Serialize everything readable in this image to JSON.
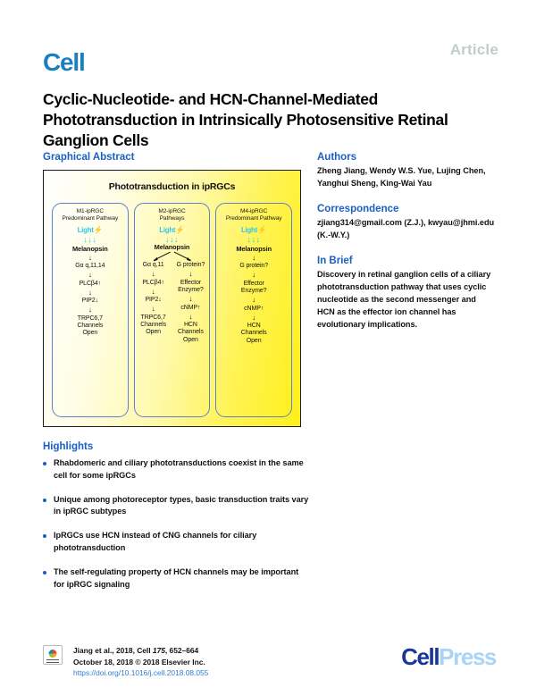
{
  "header": {
    "article_tag": "Article",
    "journal_logo": "Cell",
    "title": "Cyclic-Nucleotide- and HCN-Channel-Mediated Phototransduction in Intrinsically Photosensitive Retinal Ganglion Cells"
  },
  "graphical_abstract": {
    "section_label": "Graphical Abstract",
    "figure_title": "Phototransduction in ipRGCs",
    "panels": [
      {
        "heading": "M1-ipRGC\nPredominant Pathway",
        "light_label": "Light",
        "light_icon": "lightning-bolt-icon",
        "nodes": [
          "Melanopsin",
          "Gα q,11,14",
          "PLCβ4↑",
          "PIP2↓",
          "TRPC6,7\nChannels\nOpen"
        ]
      },
      {
        "heading": "M2-ipRGC\nPathways",
        "light_label": "Light",
        "light_icon": "lightning-bolt-icon",
        "root": "Melanopsin",
        "branch_left": [
          "Gα q,11",
          "PLCβ4↑",
          "PIP2↓",
          "TRPC6,7\nChannels\nOpen"
        ],
        "branch_right": [
          "G protein?",
          "Effector\nEnzyme?",
          "cNMP↑",
          "HCN\nChannels\nOpen"
        ]
      },
      {
        "heading": "M4-ipRGC\nPredominant Pathway",
        "light_label": "Light",
        "light_icon": "lightning-bolt-icon",
        "nodes": [
          "Melanopsin",
          "G protein?",
          "Effector\nEnzyme?",
          "cNMP↑",
          "HCN\nChannels\nOpen"
        ]
      }
    ]
  },
  "authors": {
    "heading": "Authors",
    "names": "Zheng Jiang, Wendy W.S. Yue, Lujing Chen, Yanghui Sheng, King-Wai Yau"
  },
  "correspondence": {
    "heading": "Correspondence",
    "text": "zjiang314@gmail.com (Z.J.), kwyau@jhmi.edu (K.-W.Y.)"
  },
  "in_brief": {
    "heading": "In Brief",
    "text": "Discovery in retinal ganglion cells of a ciliary phototransduction pathway that uses cyclic nucleotide as the second messenger and HCN as the effector ion channel has evolutionary implications."
  },
  "highlights": {
    "heading": "Highlights",
    "items": [
      "Rhabdomeric and ciliary phototransductions coexist in the same cell for some ipRGCs",
      "Unique among photoreceptor types, basic transduction traits vary in ipRGC subtypes",
      "IpRGCs use HCN instead of CNG channels for ciliary phototransduction",
      "The self-regulating property of HCN channels may be important for ipRGC signaling"
    ]
  },
  "footer": {
    "citation_line1_pre": "Jiang et al., 2018, Cell ",
    "citation_volume": "175",
    "citation_line1_post": ", 652–664",
    "citation_line2": "October 18, 2018 © 2018 Elsevier Inc.",
    "doi": "https://doi.org/10.1016/j.cell.2018.08.055",
    "publisher_logo_part1": "Cell",
    "publisher_logo_part2": "Press"
  },
  "colors": {
    "journal_blue": "#1a7fc1",
    "section_blue": "#1a5fc4",
    "light_cyan": "#2fc7ea",
    "article_gray": "#c3cdc8",
    "panel_border": "#5b7fd4",
    "cellpress_dark": "#19369b",
    "cellpress_light": "#a9d4f5"
  }
}
